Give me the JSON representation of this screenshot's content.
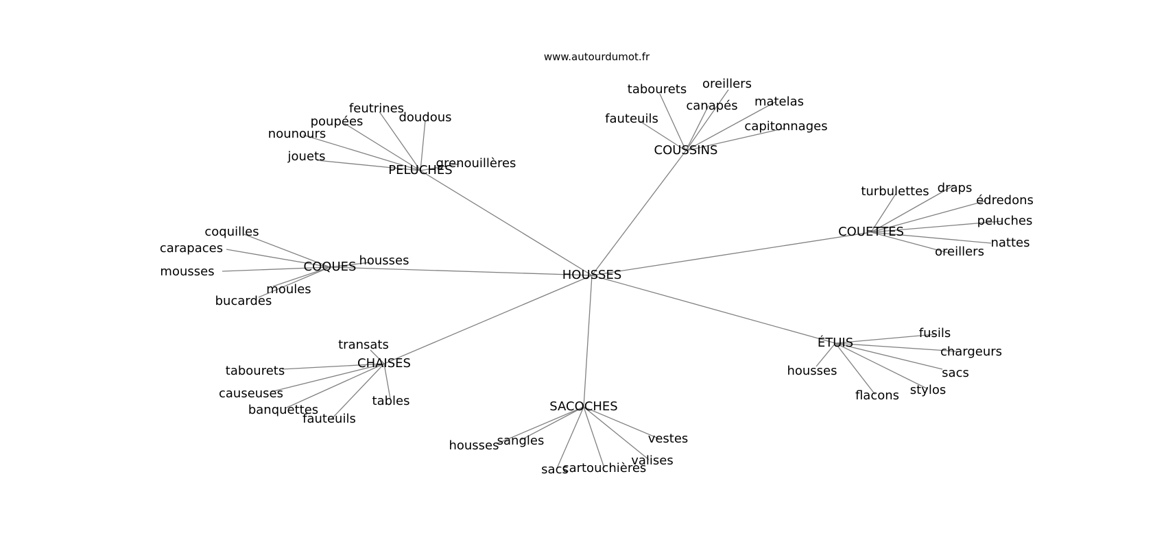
{
  "source": "www.autourdumot.fr",
  "center": "HOUSSES",
  "groups": [
    {
      "hub": "PELUCHES",
      "leaves": [
        "feutrines",
        "doudous",
        "poupées",
        "nounours",
        "jouets",
        "grenouillères"
      ]
    },
    {
      "hub": "COUSSINS",
      "leaves": [
        "tabourets",
        "oreillers",
        "canapés",
        "matelas",
        "fauteuils",
        "capitonnages"
      ]
    },
    {
      "hub": "COUETTES",
      "leaves": [
        "turbulettes",
        "draps",
        "édredons",
        "peluches",
        "nattes",
        "oreillers"
      ]
    },
    {
      "hub": "COQUES",
      "leaves": [
        "coquilles",
        "carapaces",
        "mousses",
        "moules",
        "bucardes",
        "housses"
      ]
    },
    {
      "hub": "ÉTUIS",
      "leaves": [
        "fusils",
        "chargeurs",
        "sacs",
        "stylos",
        "flacons",
        "housses"
      ]
    },
    {
      "hub": "CHAISES",
      "leaves": [
        "transats",
        "tabourets",
        "causeuses",
        "banquettes",
        "fauteuils",
        "tables"
      ]
    },
    {
      "hub": "SACOCHES",
      "leaves": [
        "housses",
        "sangles",
        "sacs",
        "cartouchières",
        "valises",
        "vestes"
      ]
    }
  ]
}
